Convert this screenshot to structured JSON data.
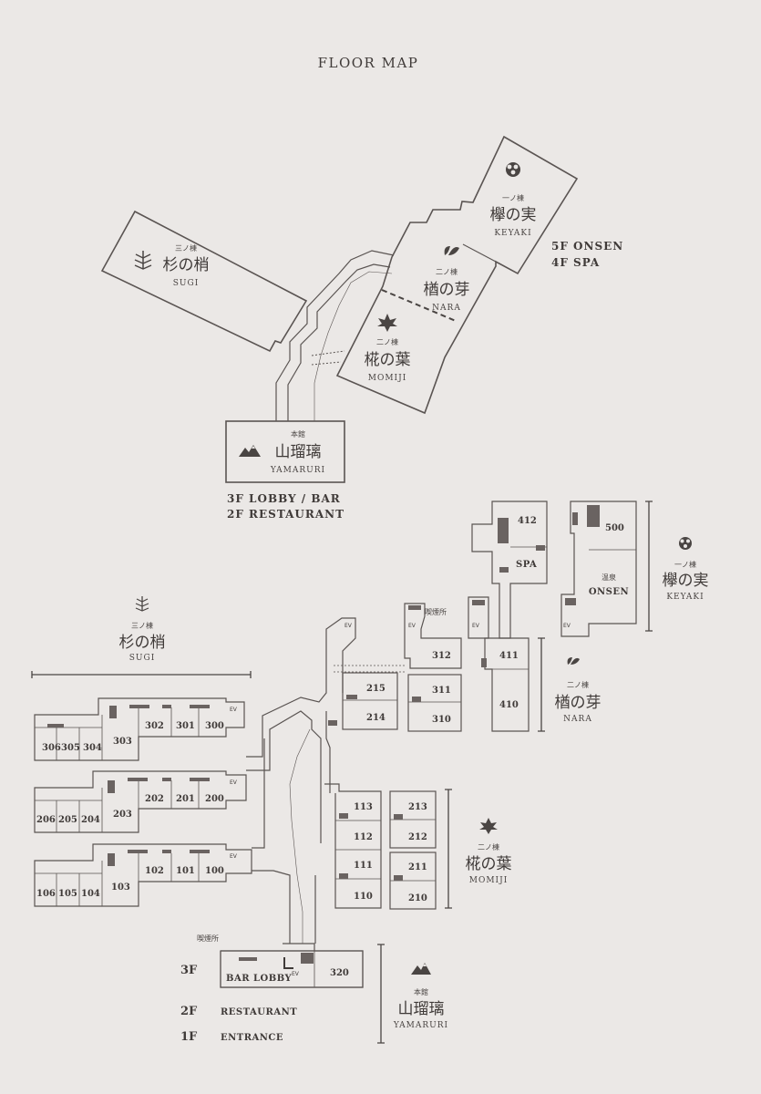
{
  "title": "FLOOR MAP",
  "overview": {
    "sugi": {
      "prefix": "三ノ棟",
      "name": "杉の梢",
      "roman": "SUGI"
    },
    "keyaki": {
      "prefix": "一ノ棟",
      "name": "欅の実",
      "roman": "KEYAKI",
      "note_1": "5F ONSEN",
      "note_2": "4F SPA"
    },
    "nara": {
      "prefix": "二ノ棟",
      "name": "楢の芽",
      "roman": "NARA"
    },
    "momiji": {
      "prefix": "二ノ棟",
      "name": "椛の葉",
      "roman": "MOMIJI"
    },
    "yamaruri": {
      "prefix": "本館",
      "name": "山瑠璃",
      "roman": "YAMARURI",
      "note_1": "3F LOBBY / BAR",
      "note_2": "2F RESTAURANT"
    }
  },
  "detail": {
    "sugi": {
      "prefix": "三ノ棟",
      "name": "杉の梢",
      "roman": "SUGI"
    },
    "keyaki": {
      "prefix": "一ノ棟",
      "name": "欅の実",
      "roman": "KEYAKI"
    },
    "nara": {
      "prefix": "二ノ棟",
      "name": "楢の芽",
      "roman": "NARA"
    },
    "momiji": {
      "prefix": "二ノ棟",
      "name": "椛の葉",
      "roman": "MOMIJI"
    },
    "yamaruri": {
      "prefix": "本館",
      "name": "山瑠璃",
      "roman": "YAMARURI"
    },
    "smoking_label": "喫煙所",
    "ev_label": "EV",
    "spa_label": "SPA",
    "onsen_jp": "温泉",
    "onsen_label": "ONSEN",
    "bar_lobby": "BAR LOBBY",
    "rooms": {
      "r412": "412",
      "r500": "500",
      "r411": "411",
      "r410": "410",
      "r312": "312",
      "r311": "311",
      "r310": "310",
      "r215": "215",
      "r214": "214",
      "r213": "213",
      "r212": "212",
      "r211": "211",
      "r210": "210",
      "r113": "113",
      "r112": "112",
      "r111": "111",
      "r110": "110",
      "r306": "306",
      "r305": "305",
      "r304": "304",
      "r303": "303",
      "r302": "302",
      "r301": "301",
      "r300": "300",
      "r206": "206",
      "r205": "205",
      "r204": "204",
      "r203": "203",
      "r202": "202",
      "r201": "201",
      "r200": "200",
      "r106": "106",
      "r105": "105",
      "r104": "104",
      "r103": "103",
      "r102": "102",
      "r101": "101",
      "r100": "100",
      "r320": "320"
    },
    "floors": [
      {
        "num": "3F",
        "label": ""
      },
      {
        "num": "2F",
        "label": "RESTAURANT"
      },
      {
        "num": "1F",
        "label": "ENTRANCE"
      }
    ]
  }
}
